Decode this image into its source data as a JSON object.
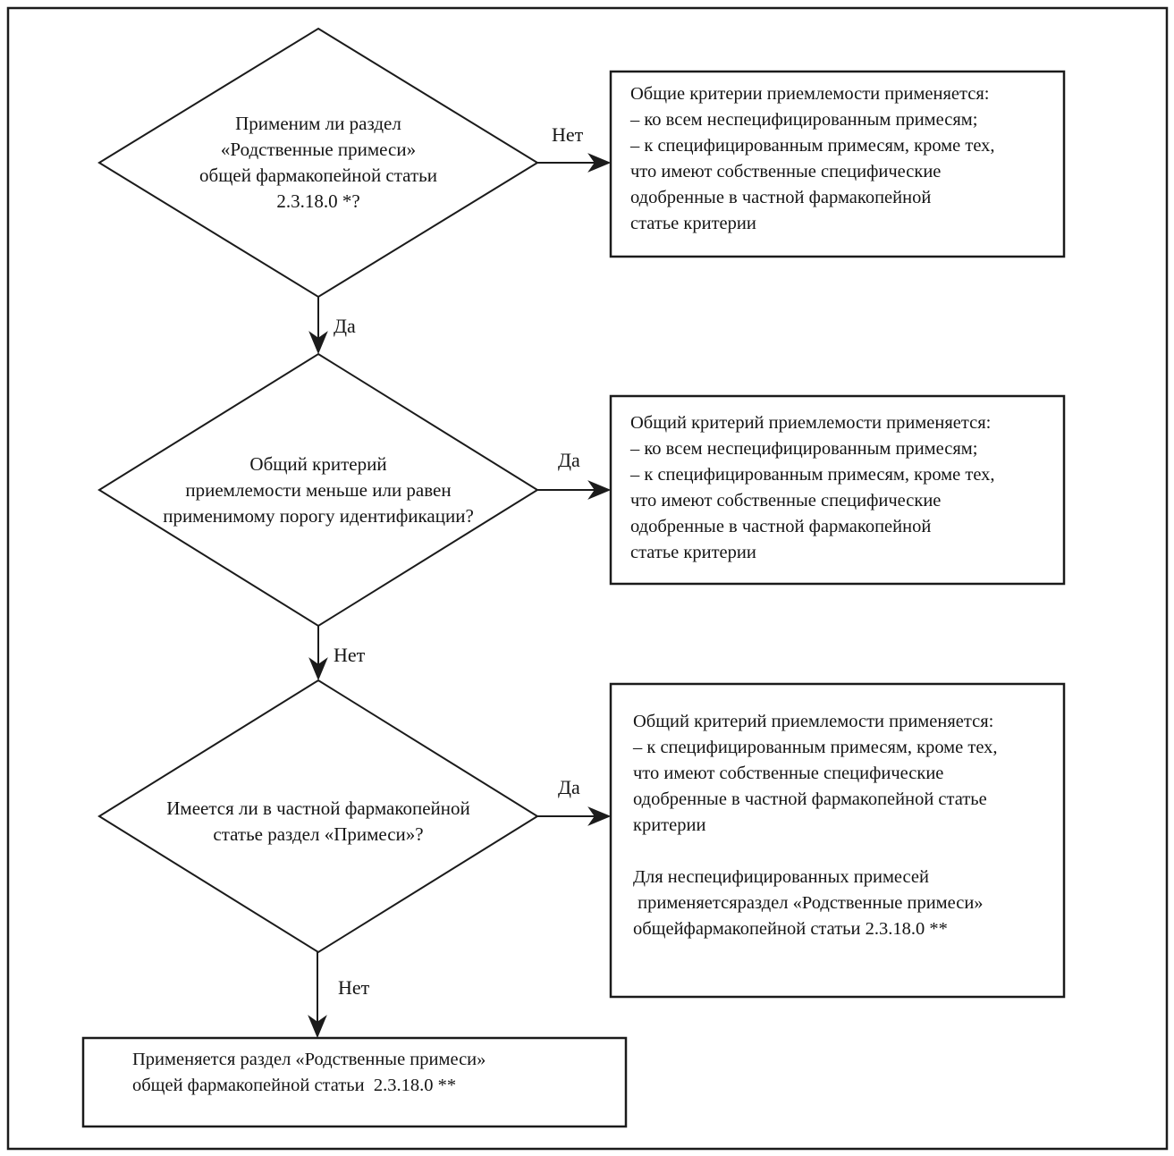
{
  "labels": {
    "yes": "Да",
    "no": "Нет"
  },
  "decisions": {
    "d1": {
      "text": "Применим ли раздел\n«Родственные примеси»\nобщей фармакопейной статьи\n2.3.18.0 *?"
    },
    "d2": {
      "text": "Общий критерий\nприемлемости меньше или равен\nприменимому порогу идентификации?"
    },
    "d3": {
      "text": "Имеется ли в частной фармакопейной\nстатье раздел «Примеси»?"
    }
  },
  "boxes": {
    "b1": {
      "text": "Общие критерии приемлемости применяется:\n– ко всем неспецифицированным примесям;\n– к специфицированным примесям, кроме тех,\nчто имеют собственные специфические\nодобренные в частной фармакопейной\nстатье критерии"
    },
    "b2": {
      "text": "Общий критерий приемлемости применяется:\n– ко всем неспецифицированным примесям;\n– к специфицированным примесям, кроме тех,\nчто имеют собственные специфические\nодобренные в частной фармакопейной\nстатье критерии"
    },
    "b3": {
      "text": "Общий критерий приемлемости применяется:\n– к специфицированным примесям, кроме тех,\nчто имеют собственные специфические\nодобренные в частной фармакопейной статье\nкритерии\n\nДля неспецифицированных примесей\n применяетсяраздел «Родственные примеси»\nобщейфармакопейной статьи 2.3.18.0 **"
    },
    "b4": {
      "text": "Применяется раздел «Родственные примеси»\nобщей фармакопейной статьи  2.3.18.0 **"
    }
  },
  "colors": {
    "line": "#1b1b1b",
    "background": "#ffffff"
  }
}
